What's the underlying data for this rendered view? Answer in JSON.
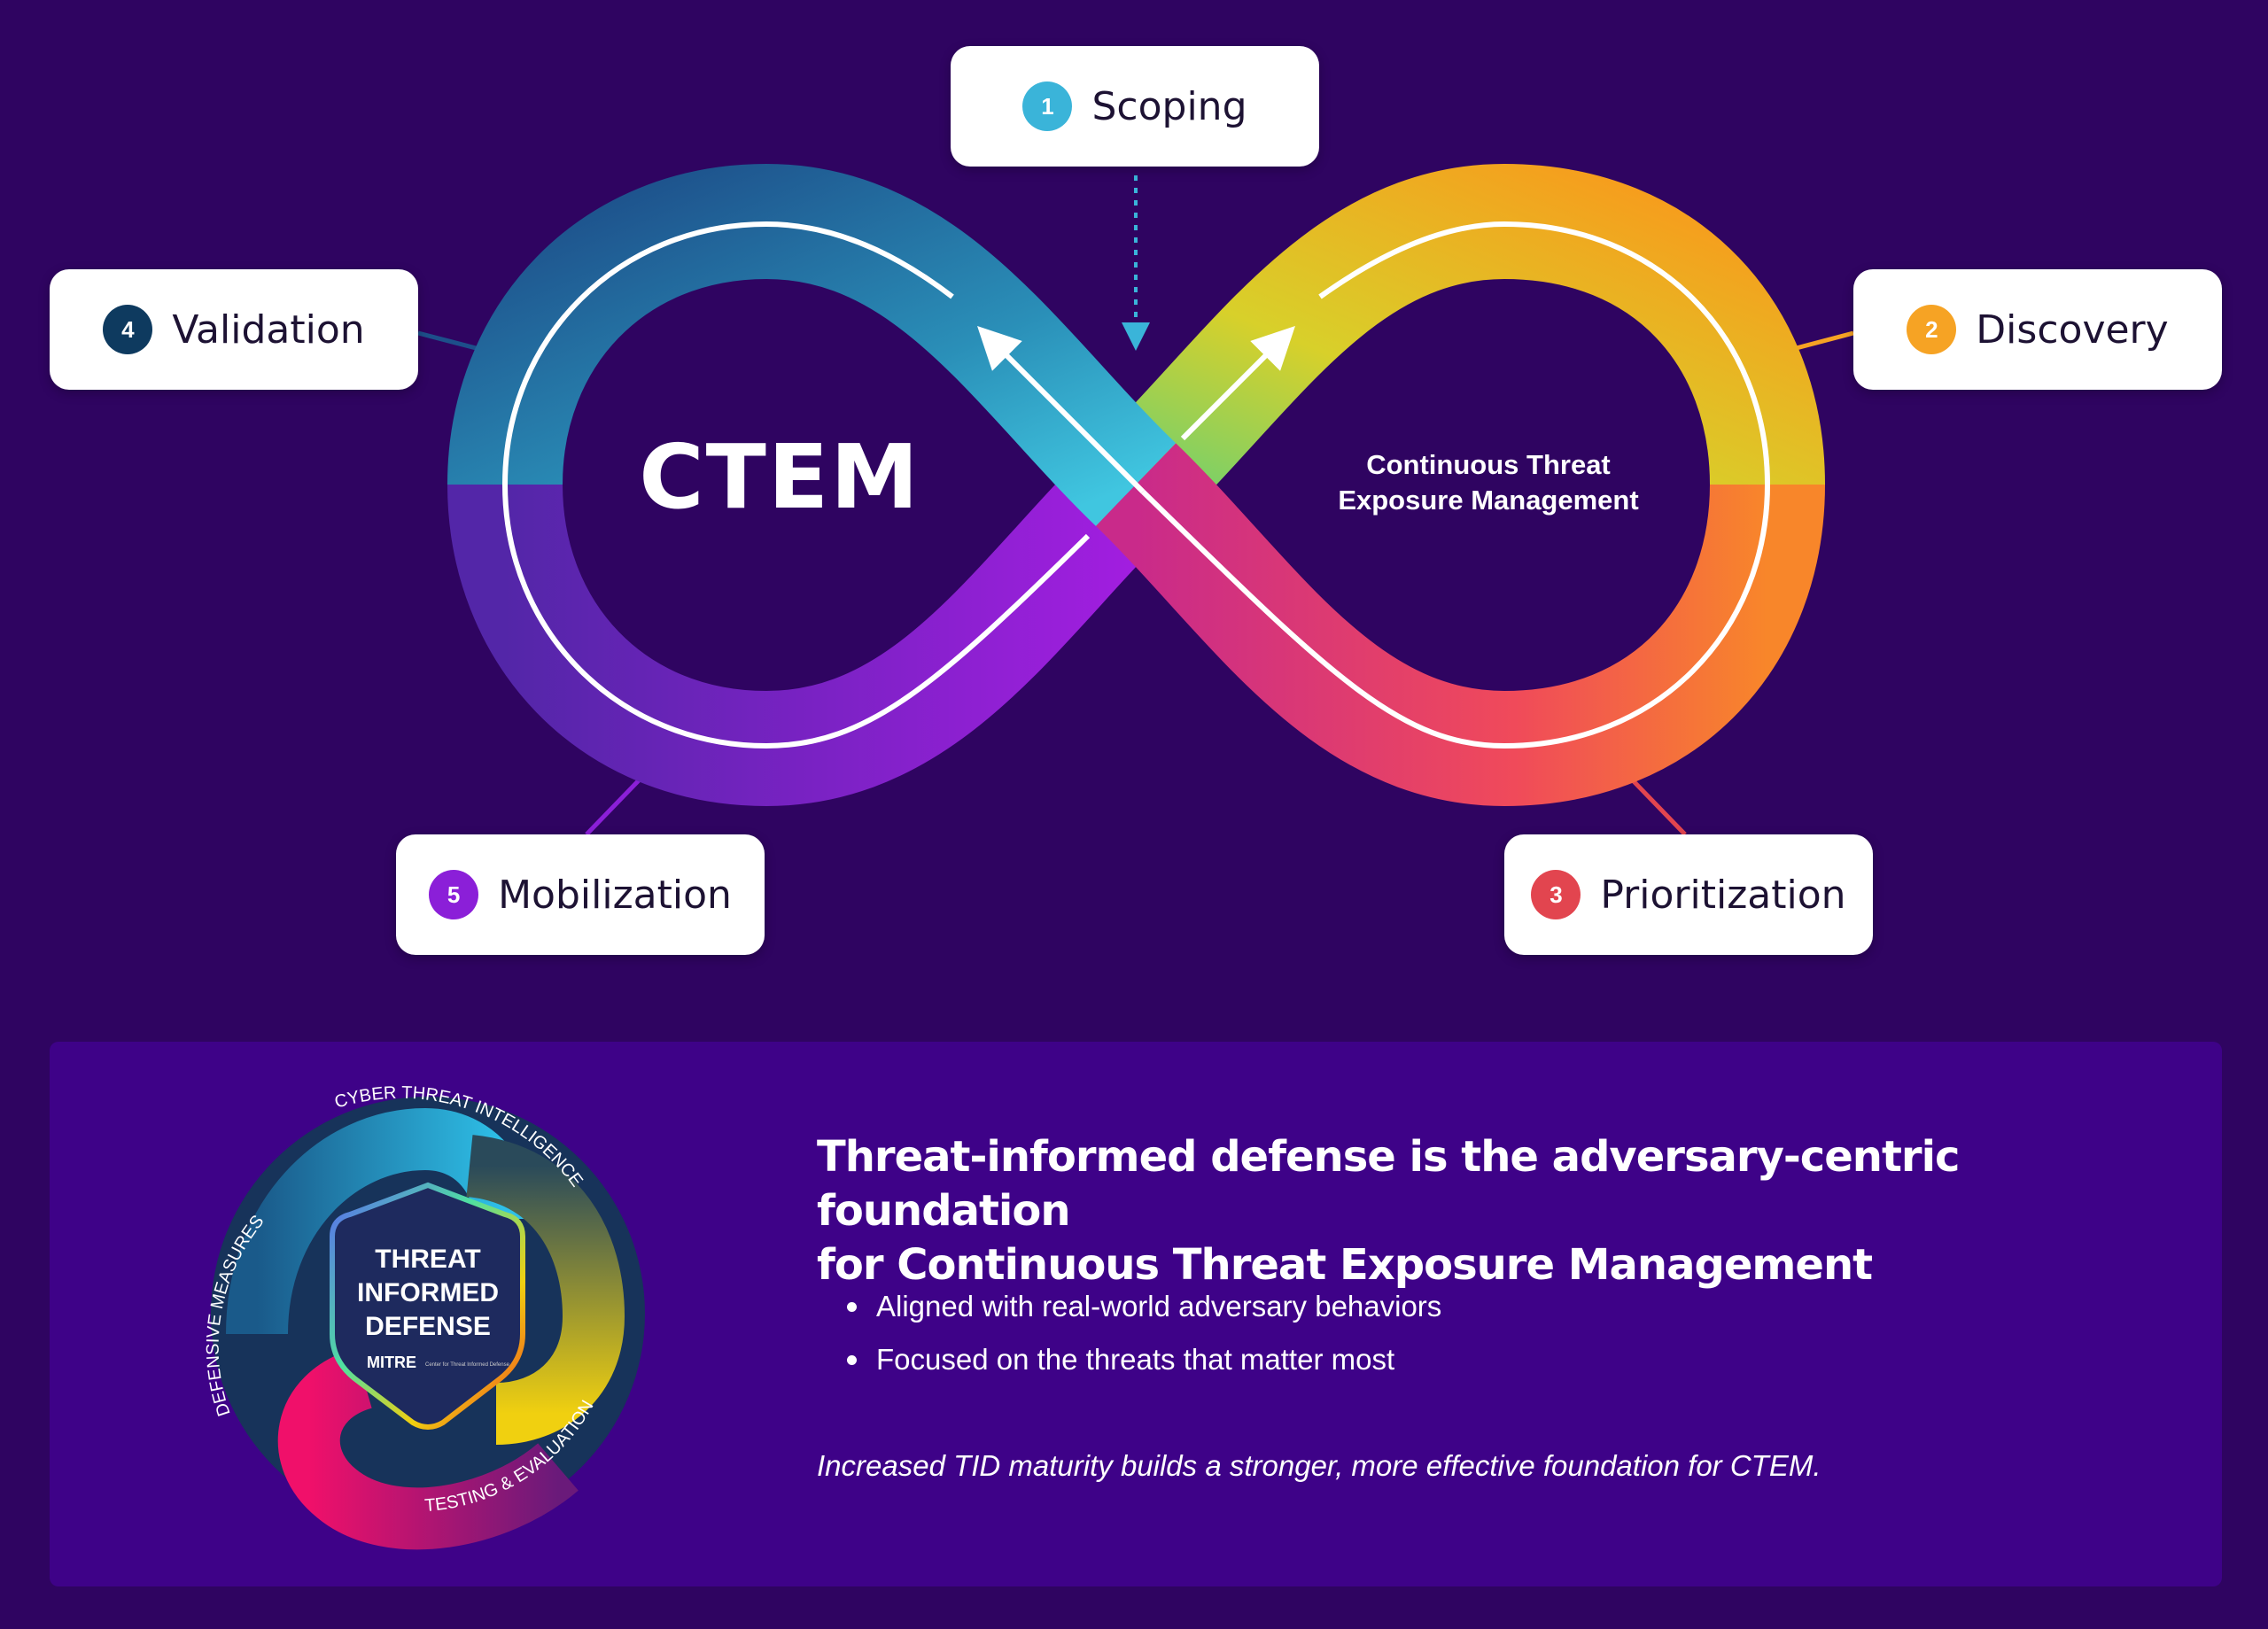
{
  "diagram": {
    "center_title": "CTEM",
    "center_subtitle_line1": "Continuous Threat",
    "center_subtitle_line2": "Exposure Management",
    "stages": [
      {
        "number": "1",
        "label": "Scoping",
        "color": "#3ab4d9"
      },
      {
        "number": "2",
        "label": "Discovery",
        "color": "#f6a324"
      },
      {
        "number": "3",
        "label": "Prioritization",
        "color": "#e2454f"
      },
      {
        "number": "4",
        "label": "Validation",
        "color": "#0e3a5f"
      },
      {
        "number": "5",
        "label": "Mobilization",
        "color": "#8b1fd8"
      }
    ]
  },
  "panel": {
    "headline_line1": "Threat-informed defense is the adversary-centric foundation",
    "headline_line2": "for Continuous Threat Exposure Management",
    "bullets": [
      "Aligned with real-world adversary behaviors",
      "Focused on the threats that matter most"
    ],
    "footnote": "Increased TID maturity builds a stronger, more effective foundation for CTEM.",
    "badge": {
      "title_line1": "THREAT",
      "title_line2": "INFORMED",
      "title_line3": "DEFENSE",
      "org": "MITRE",
      "org_sub": "Center for Threat Informed Defense",
      "ring_top": "CYBER THREAT INTELLIGENCE",
      "ring_left": "DEFENSIVE MEASURES",
      "ring_bottom": "TESTING & EVALUATION"
    }
  }
}
